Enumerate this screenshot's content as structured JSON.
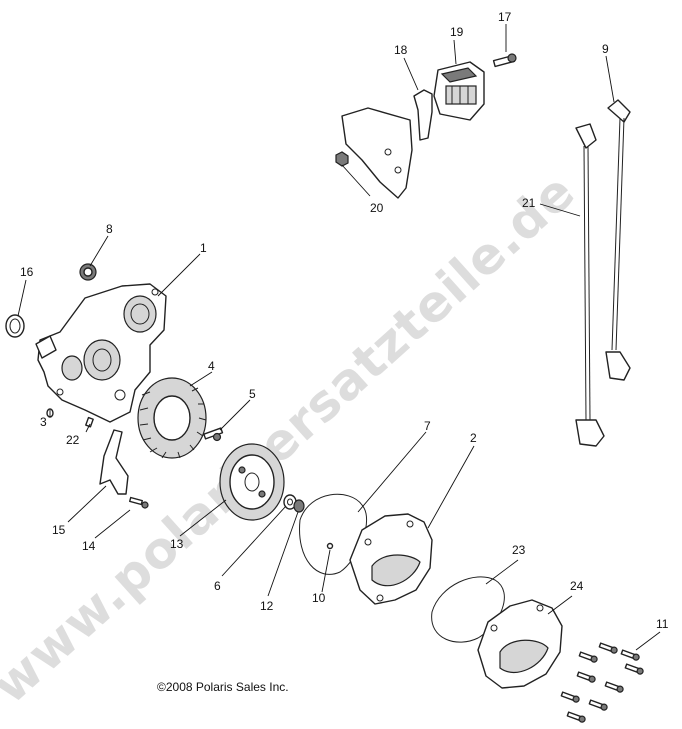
{
  "watermark_text": "www.polarisersatzteile.de",
  "copyright": "©2008 Polaris Sales Inc.",
  "callouts": {
    "c1": "1",
    "c2": "2",
    "c3": "3",
    "c4": "4",
    "c5": "5",
    "c6": "6",
    "c7": "7",
    "c8": "8",
    "c9": "9",
    "c10": "10",
    "c11": "11",
    "c12": "12",
    "c13": "13",
    "c14": "14",
    "c15": "15",
    "c16": "16",
    "c17": "17",
    "c18": "18",
    "c19": "19",
    "c20": "20",
    "c21": "21",
    "c22": "22",
    "c23": "23",
    "c24": "24"
  },
  "colors": {
    "line": "#222222",
    "watermark": "#afafaf",
    "background": "#ffffff"
  }
}
